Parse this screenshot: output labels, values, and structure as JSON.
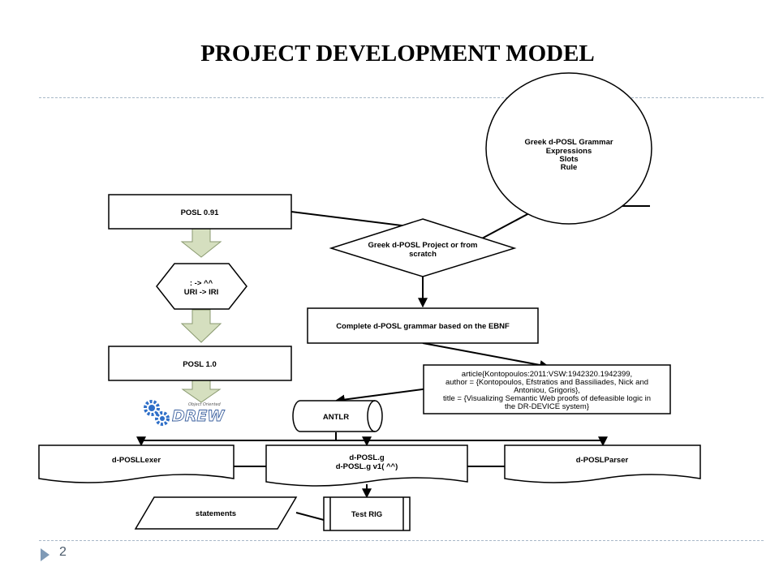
{
  "slide": {
    "title": "PROJECT DEVELOPMENT MODEL",
    "page_number": "2"
  },
  "diagram": {
    "grammar_circle": {
      "lines": [
        "Greek d-POSL Grammar",
        "Expressions",
        "Slots",
        "Rule"
      ]
    },
    "posl_091": "POSL 0.91",
    "decision": {
      "lines": [
        "Greek d-POSL Project or from",
        "scratch"
      ]
    },
    "conversion_hexagon": {
      "lines": [
        ": -> ^^",
        "URI -> IRI"
      ]
    },
    "complete_grammar": "Complete d-POSL grammar based on the EBNF",
    "posl_10": "POSL 1.0",
    "citation": {
      "lines": [
        "article{Kontopoulos:2011:VSW:1942320.1942399,",
        "author = {Kontopoulos, Efstratios and Bassiliades, Nick and",
        "Antoniou, Grigoris},",
        "title = {Visualizing Semantic Web proofs of defeasible logic in",
        "the DR-DEVICE system}"
      ]
    },
    "drew_logo": {
      "text": "DREW",
      "subtitle": "Object Oriented"
    },
    "antlr": "ANTLR",
    "lexer": "d-POSLLexer",
    "grammar_file": {
      "lines": [
        "d-POSL.g",
        "d-POSL.g v1( ^^)"
      ]
    },
    "parser": "d-POSLParser",
    "statements": "statements",
    "test_rig": "Test RIG"
  },
  "colors": {
    "arrow_fill": "#d5dfbf",
    "arrow_stroke": "#8a9a70",
    "gear_blue": "#2f6fc8",
    "divider": "#a8b8c8",
    "page_marker": "#7f9ab6"
  }
}
